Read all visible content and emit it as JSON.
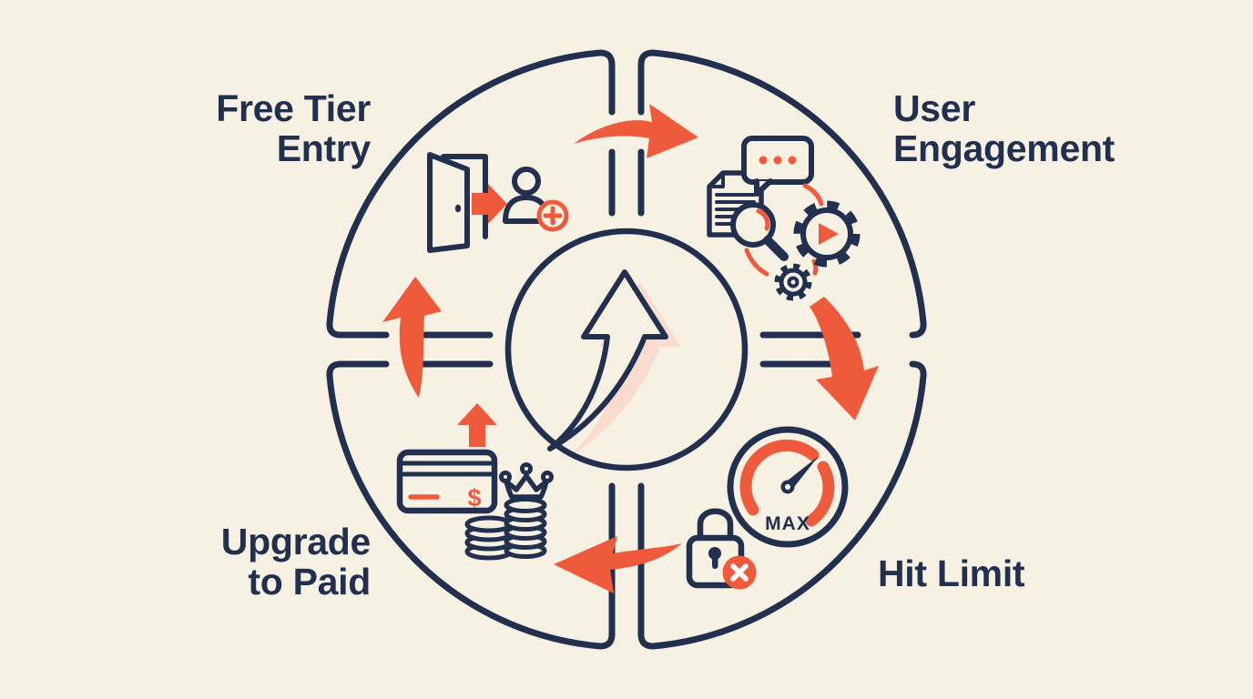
{
  "diagram": {
    "type": "cycle",
    "description": "Freemium product loop diagram with four quadrant stages around a central growth arrow"
  },
  "colors": {
    "navy": "#22304f",
    "orange": "#ef5a3c",
    "bg": "#f7f1e3",
    "peach": "#f8dcd0"
  },
  "stages": [
    {
      "name": "free-tier-entry",
      "line1": "Free Tier",
      "line2": "Entry",
      "icons": [
        "open-door-icon",
        "enter-arrow-icon",
        "user-add-icon"
      ]
    },
    {
      "name": "user-engagement",
      "line1": "User",
      "line2": "Engagement",
      "icons": [
        "document-icon",
        "chat-bubble-icon",
        "magnifier-icon",
        "gear-play-icon",
        "small-gear-icon"
      ]
    },
    {
      "name": "hit-limit",
      "line1": "Hit Limit",
      "line2": "",
      "icons": [
        "speedometer-icon",
        "lock-denied-icon"
      ]
    },
    {
      "name": "upgrade-to-paid",
      "line1": "Upgrade",
      "line2": "to Paid",
      "icons": [
        "up-arrow-icon",
        "credit-card-icon",
        "crown-icon",
        "coin-stack-icon"
      ]
    }
  ],
  "center": {
    "icon": "growth-arrow-icon"
  },
  "flow_arrows": [
    "flow-arrow-top",
    "flow-arrow-right",
    "flow-arrow-bottom",
    "flow-arrow-left"
  ],
  "gauge": {
    "label": "MAX"
  },
  "card": {
    "currency_symbol": "$"
  }
}
